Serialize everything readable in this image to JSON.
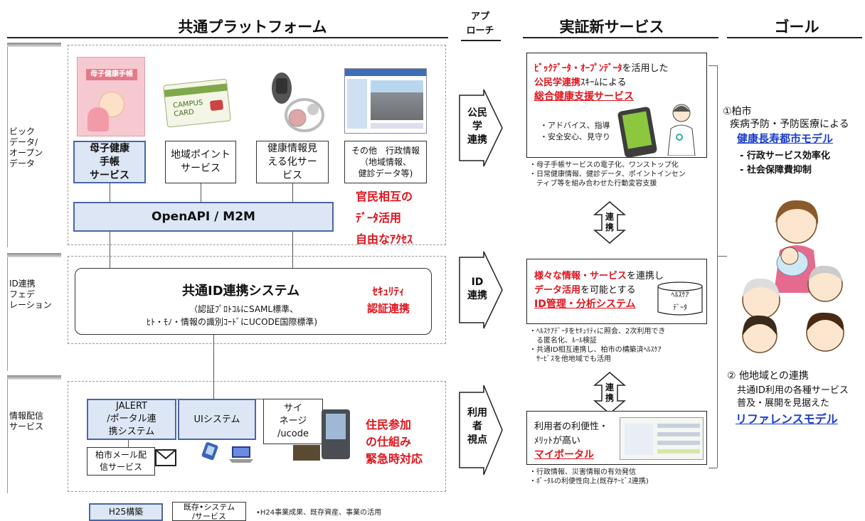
{
  "headers": {
    "platform": "共通プラットフォーム",
    "approach_1": "アプ",
    "approach_2": "ローチ",
    "services": "実証新サービス",
    "goal": "ゴール"
  },
  "layers": {
    "data": [
      "ビック",
      "データ/",
      "オープン",
      "データ"
    ],
    "id": [
      "ID連携",
      "フェデ",
      "レーション"
    ],
    "info": [
      "情報配信",
      "サービス"
    ]
  },
  "platform": {
    "boshi": [
      "母子健康",
      "手帳",
      "サービス"
    ],
    "point": [
      "地域ポイント",
      "サービス"
    ],
    "kenko": [
      "健康情報見",
      "える化サー",
      "ビス"
    ],
    "sonota": [
      "その他　行政情報",
      "（地域情報、",
      "健診データ等)"
    ],
    "openapi": "OpenAPI / M2M",
    "red_data": [
      "官民相互の",
      "ﾃﾞｰﾀ活用",
      "自由なｱｸｾｽ"
    ],
    "id_title": "共通ID連携システム",
    "id_sub_1": "（認証ﾌﾟﾛﾄｺﾙにSAML標準、",
    "id_sub_2": "ﾋﾄ・ﾓﾉ・情報の識別ｺｰﾄﾞにUCODE国際標準)",
    "red_security": [
      "ｾｷｭﾘﾃｨ",
      "認証連携"
    ],
    "jalert": [
      "JALERT",
      "/ポータル連",
      "携システム"
    ],
    "ui": "UIシステム",
    "signage": [
      "サイ",
      "ネージ",
      "/ucode"
    ],
    "mail": [
      "柏市メール配",
      "信サービス"
    ],
    "red_info": [
      "住民参加",
      "の仕組み",
      "緊急時対応"
    ],
    "book_title": "母子健康手帳",
    "card_text": [
      "CAMPUS",
      "CARD"
    ]
  },
  "legend": {
    "h25": "H25構築",
    "existing": [
      "既存•システム",
      "/サービス"
    ],
    "note": "•H24事業成果、既存資産、事業の活用"
  },
  "approach": {
    "a1": [
      "公民",
      "学",
      "連携"
    ],
    "a2": [
      "ID",
      "連携"
    ],
    "a3": [
      "利用",
      "者",
      "視点"
    ]
  },
  "services": {
    "s1_line1": "ﾋﾞｯｸﾃﾞｰﾀ・ｵｰﾌﾟﾝﾃﾞｰﾀ",
    "s1_line1b": "を活用した",
    "s1_line2a": "公民学連携",
    "s1_line2b": "ｽｷｰﾑによる",
    "s1_line3": "総合健康支援サービス",
    "s1_bullets": "・アドバイス、指導\n・安全安心、見守り",
    "s1_notes": "・母子手帳サービスの電子化、ワンストップ化\n・日常健康情報、健診データ、ポイントインセン\n　ティブ等を組み合わせた行動変容支援",
    "renkei_1": [
      "連",
      "携"
    ],
    "s2_line1a": "様々な情報・サービス",
    "s2_line1b": "を連携し",
    "s2_line2a": "データ活用",
    "s2_line2b": "を可能とする",
    "s2_line3": "ID管理・分析システム",
    "s2_db": [
      "ﾍﾙｽｹｱ",
      "ﾃﾞｰﾀ"
    ],
    "s2_notes": "・ﾍﾙｽｹｱﾃﾞｰﾀをｾｷｭﾘﾃｨに照会、2次利用でき\n　る匿名化、ﾙｰﾙ検証\n・共通ID相互連携し、柏市の構築済ﾍﾙｽｹｱ\n　ｻｰﾋﾞｽを他地域でも活用",
    "renkei_2": [
      "連",
      "携"
    ],
    "s3_line1": "利用者の利便性・",
    "s3_line2": "ﾒﾘｯﾄが高い",
    "s3_line3": "マイポータル",
    "s3_notes": "・行政情報、災害情報の有効発信\n・ﾎﾟｰﾀﾙの利便性向上(既存ｻｰﾋﾞｽ連携)"
  },
  "goal": {
    "g1_title": "①柏市",
    "g1_line": "疾病予防・予防医療による",
    "g1_link": "健康長寿都市モデル",
    "g1_b1": "- 行政サービス効率化",
    "g1_b2": "- 社会保障費抑制",
    "g2_title": "② 他地域との連携",
    "g2_l1": "共通ID利用の各種サービス",
    "g2_l2": "普及・展開を見据えた",
    "g2_link": "リファレンスモデル"
  },
  "colors": {
    "red": "#e0141c",
    "blue_fill": "#dde6f4",
    "blue_border": "#4a66a8",
    "link": "#1a3cc8"
  },
  "icons": [
    "book-image",
    "card-image",
    "band-image",
    "website-image",
    "smartphone-icon",
    "doctor-icon",
    "family-illustration",
    "envelope-icon",
    "phone-icon",
    "laptop-icon",
    "signage-kiosk-image",
    "database-icon",
    "bidirectional-arrow-icon",
    "right-arrow-icon"
  ]
}
